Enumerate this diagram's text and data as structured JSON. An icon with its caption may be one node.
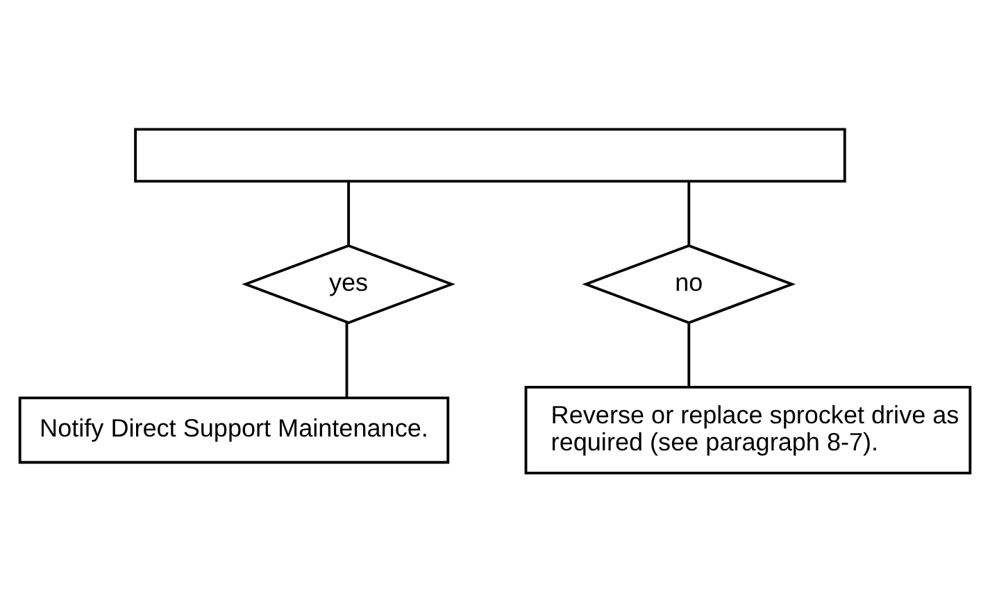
{
  "diagram": {
    "nodes": [
      {
        "text": [],
        "shape": "box"
      },
      {
        "text": [
          "yes"
        ]
      },
      {
        "text": [
          "no"
        ]
      },
      {
        "text": [
          "Reverse or replace sprocket drive as required (see paragraph 8-7)."
        ]
      },
      {
        "text": [
          "Notify Direct Support Maintenance."
        ]
      }
    ],
    "edges": [
      {
        "from": 0,
        "to": 1,
        "arrow": "none"
      },
      {
        "from": 0,
        "to": 2,
        "arrow": "none"
      },
      {
        "from": 2,
        "to": 3,
        "arrow": "none"
      },
      {
        "from": 1,
        "to": 4,
        "arrow": "none"
      }
    ]
  }
}
